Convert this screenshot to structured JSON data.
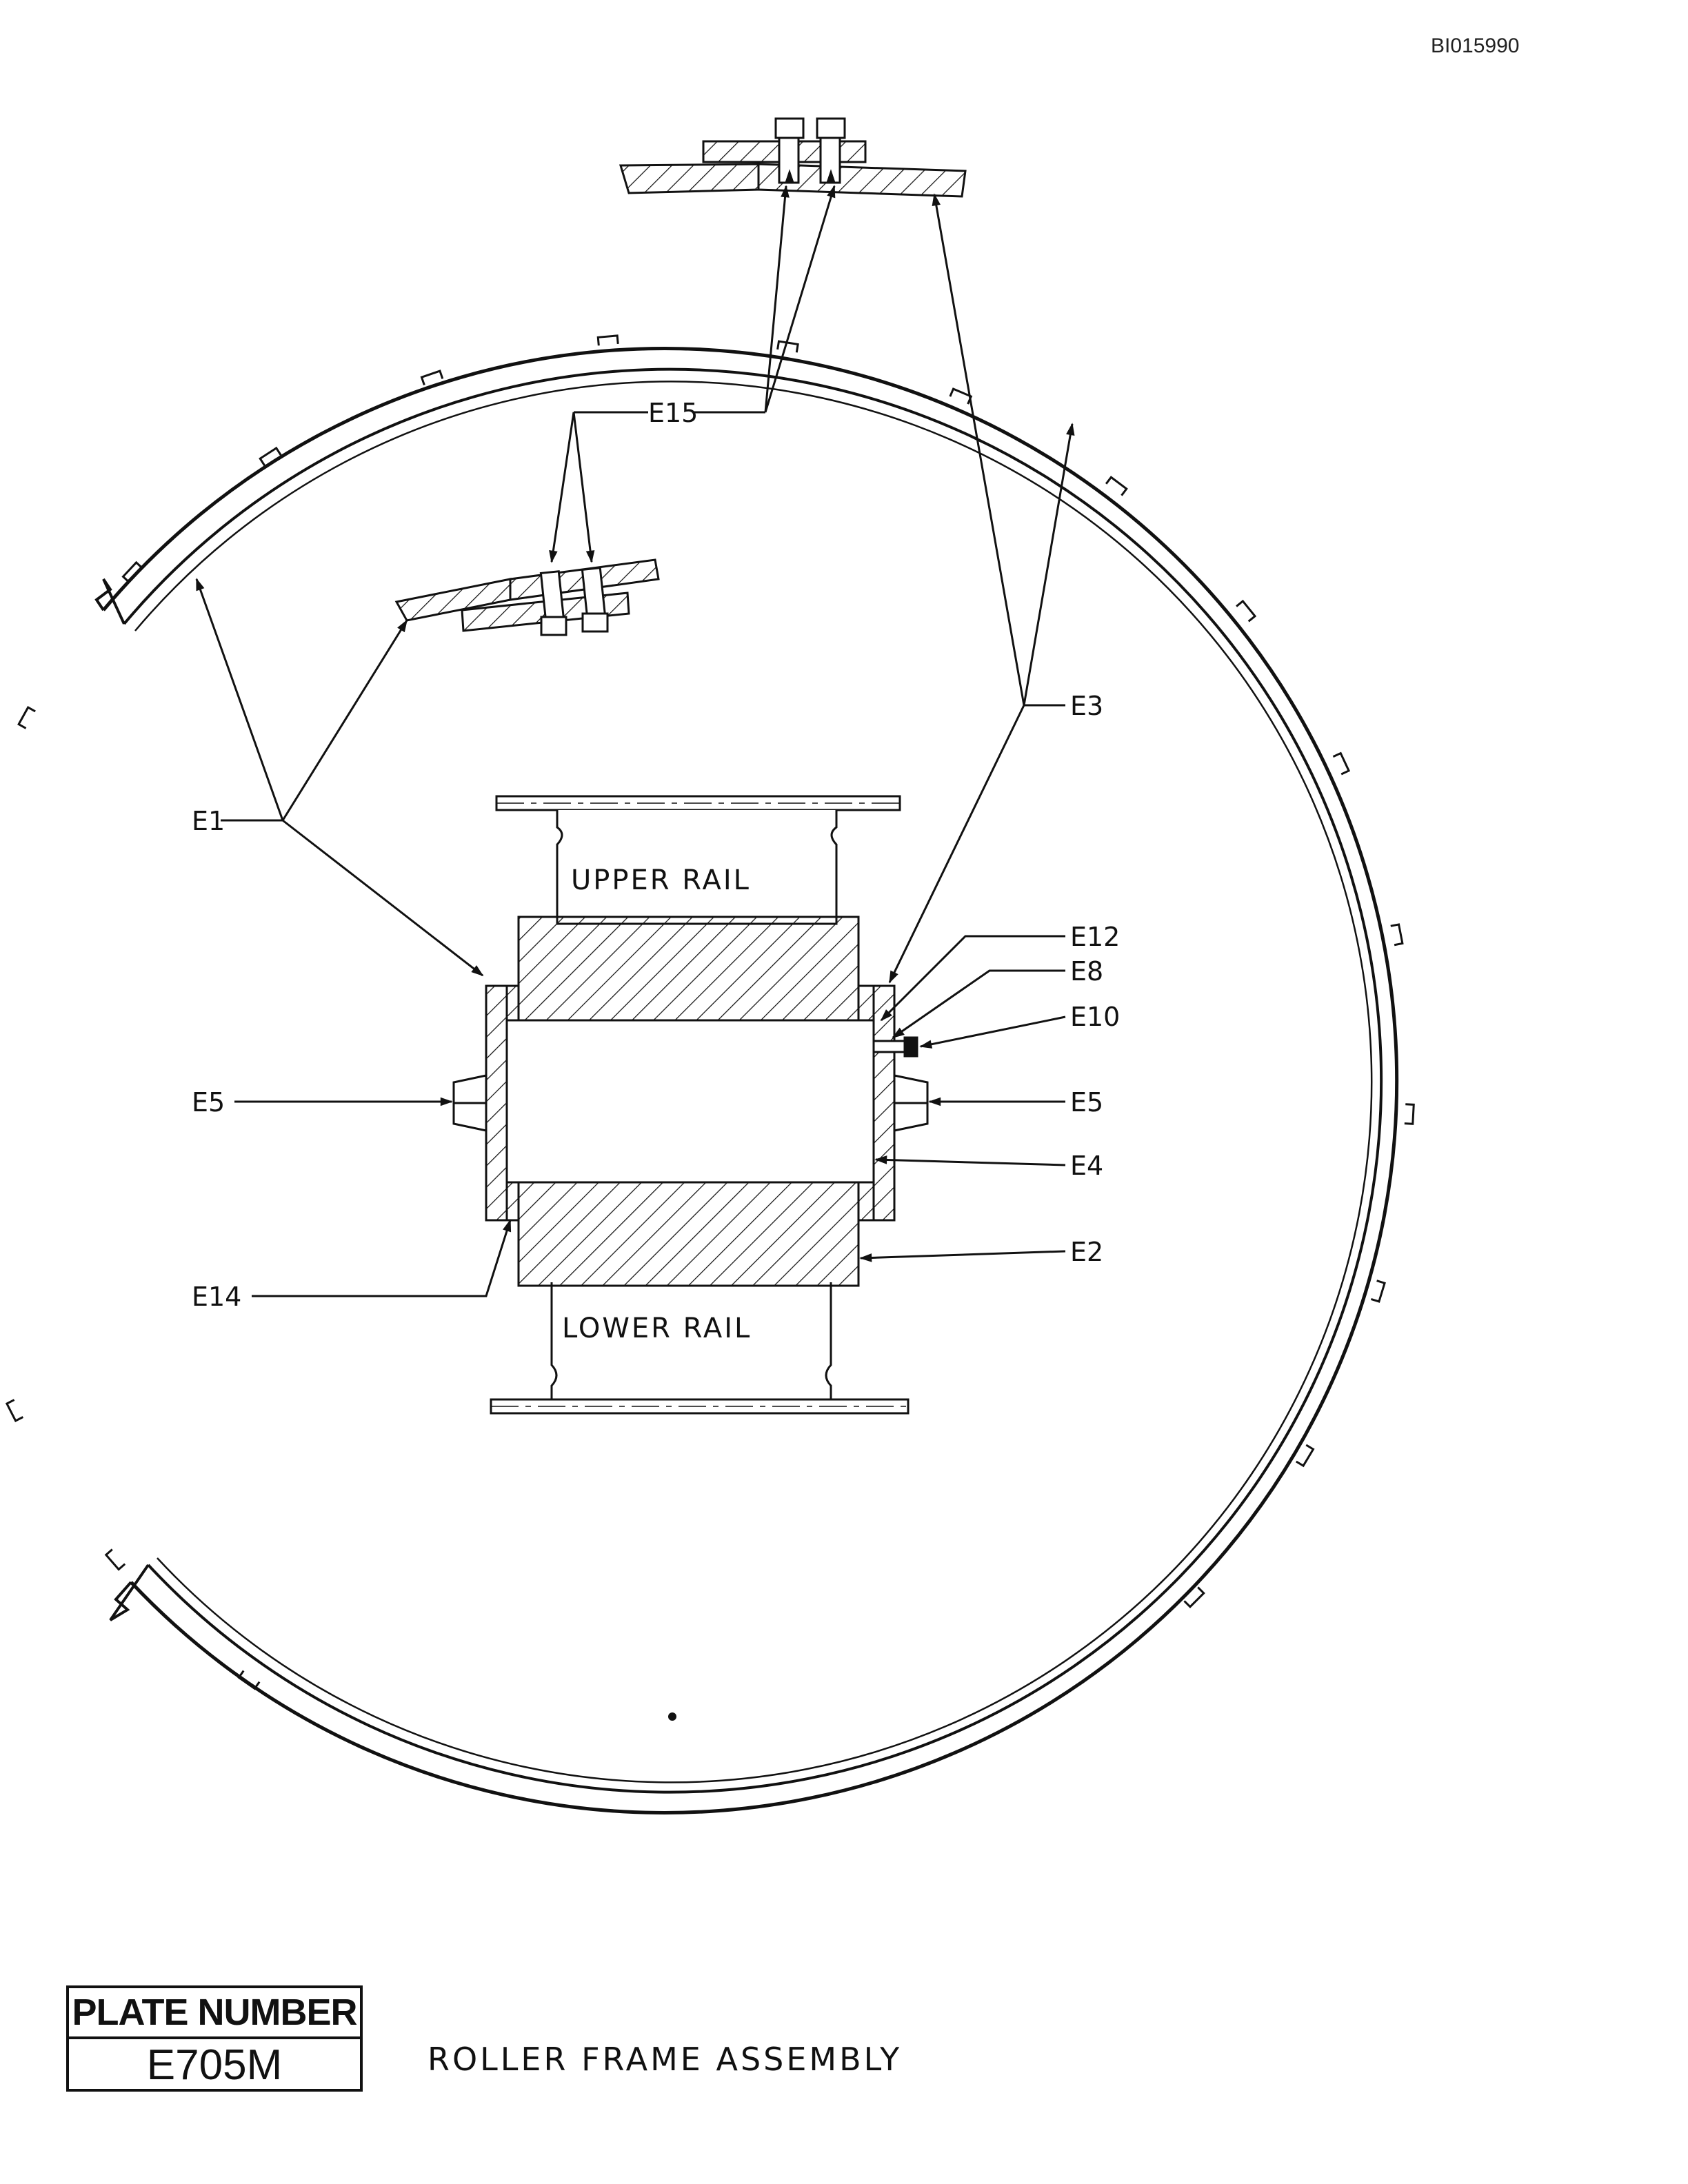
{
  "document_id": "BI015990",
  "labels": {
    "e1": "E1",
    "e2": "E2",
    "e3": "E3",
    "e4": "E4",
    "e5_left": "E5",
    "e5_right": "E5",
    "e8": "E8",
    "e10": "E10",
    "e12": "E12",
    "e14": "E14",
    "e15": "E15",
    "upper_rail": "UPPER RAIL",
    "lower_rail": "LOWER RAIL"
  },
  "plate": {
    "heading": "PLATE NUMBER",
    "number": "E705M"
  },
  "caption": "ROLLER FRAME ASSEMBLY"
}
